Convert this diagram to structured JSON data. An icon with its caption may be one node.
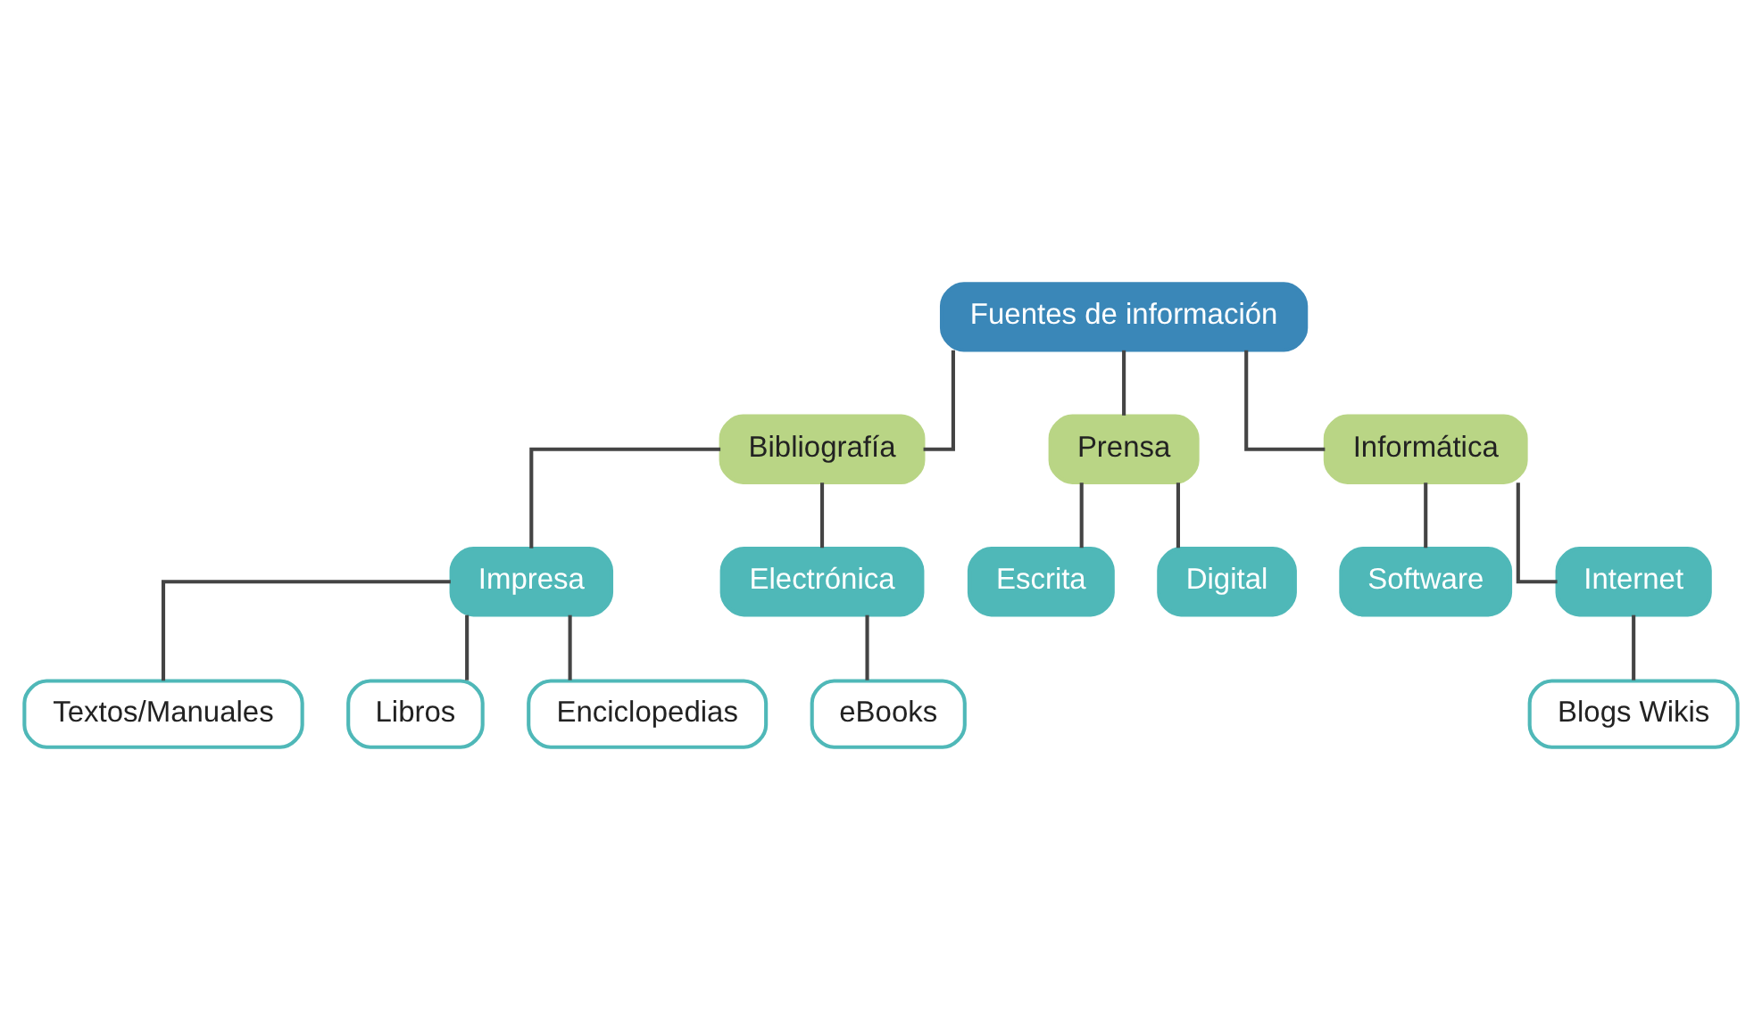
{
  "diagram": {
    "nodes": [
      {
        "text": [
          "Fuentes de información"
        ]
      },
      {
        "text": [
          "Bibliografía"
        ]
      },
      {
        "text": [
          "Prensa"
        ]
      },
      {
        "text": [
          "Informática"
        ]
      },
      {
        "text": [
          "Impresa"
        ]
      },
      {
        "text": [
          "Electrónica"
        ]
      },
      {
        "text": [
          "Escrita"
        ]
      },
      {
        "text": [
          "Digital"
        ]
      },
      {
        "text": [
          "Software"
        ]
      },
      {
        "text": [
          "Internet"
        ]
      },
      {
        "text": [
          "Textos/Manuales"
        ]
      },
      {
        "text": [
          "Libros"
        ]
      },
      {
        "text": [
          "Enciclopedias"
        ]
      },
      {
        "text": [
          "eBooks"
        ]
      },
      {
        "text": [
          "Blogs Wikis"
        ]
      }
    ],
    "edges": [
      {
        "from": 0,
        "to": 1,
        "arrow": "none"
      },
      {
        "from": 0,
        "to": 2,
        "arrow": "none"
      },
      {
        "from": 0,
        "to": 3,
        "arrow": "none"
      },
      {
        "from": 1,
        "to": 4,
        "arrow": "none"
      },
      {
        "from": 1,
        "to": 5,
        "arrow": "none"
      },
      {
        "from": 2,
        "to": 6,
        "arrow": "none"
      },
      {
        "from": 2,
        "to": 7,
        "arrow": "none"
      },
      {
        "from": 3,
        "to": 8,
        "arrow": "none"
      },
      {
        "from": 3,
        "to": 9,
        "arrow": "none"
      },
      {
        "from": 4,
        "to": 10,
        "arrow": "none"
      },
      {
        "from": 4,
        "to": 11,
        "arrow": "none"
      },
      {
        "from": 4,
        "to": 12,
        "arrow": "none"
      },
      {
        "from": 5,
        "to": 13,
        "arrow": "none"
      },
      {
        "from": 9,
        "to": 14,
        "arrow": "none"
      }
    ]
  }
}
